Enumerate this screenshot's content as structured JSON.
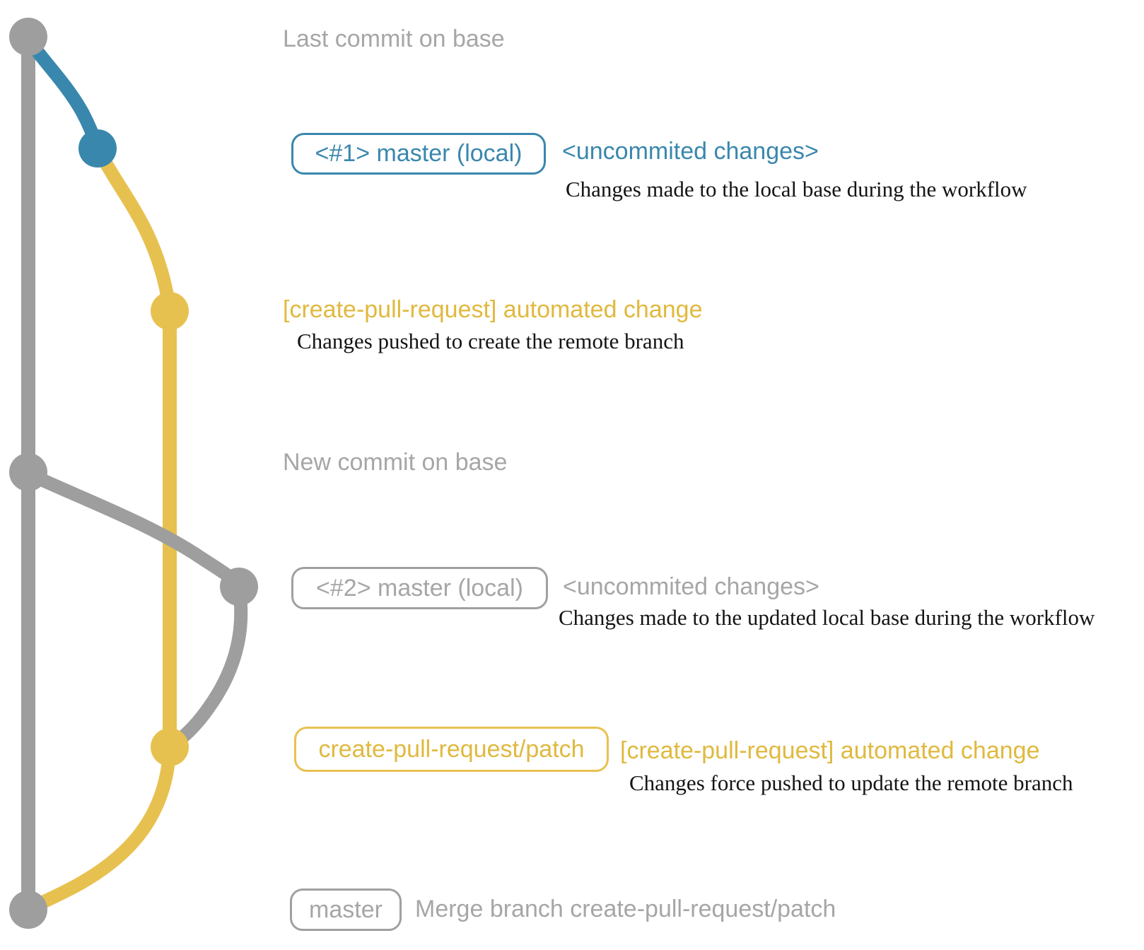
{
  "diagram_title": "create-pull-request workflow git graph",
  "colors": {
    "base_branch_gray": "#9e9e9e",
    "local_commit_blue": "#3a87ad",
    "patch_branch_yellow": "#e7c150",
    "gray_label_text": "#a6a6a6",
    "description_black": "#141414"
  },
  "rows": {
    "last_commit": {
      "label": "Last commit on base"
    },
    "commit1": {
      "badge": "<#1> master (local)",
      "note": "<uncommited changes>",
      "description": "Changes made to the local base during the workflow"
    },
    "patch1": {
      "note": "[create-pull-request] automated change",
      "description": "Changes pushed to create the remote branch"
    },
    "new_commit": {
      "label": "New commit on base"
    },
    "commit2": {
      "badge": "<#2> master (local)",
      "note": "<uncommited changes>",
      "description": "Changes made to the updated local base during the workflow"
    },
    "patch2": {
      "badge": "create-pull-request/patch",
      "note": "[create-pull-request] automated change",
      "description": "Changes force pushed to update the remote branch"
    },
    "merge": {
      "badge": "master",
      "note": "Merge branch create-pull-request/patch"
    }
  },
  "graph": {
    "branches": [
      {
        "name": "base (master)",
        "color": "#9e9e9e"
      },
      {
        "name": "master (local)",
        "color": "#3a87ad"
      },
      {
        "name": "create-pull-request/patch",
        "color": "#e7c150"
      }
    ],
    "commits": [
      {
        "id": "last-commit-on-base",
        "branch": "base"
      },
      {
        "id": "local-uncommitted-1",
        "branch": "master (local)"
      },
      {
        "id": "automated-change-1",
        "branch": "create-pull-request/patch"
      },
      {
        "id": "new-commit-on-base",
        "branch": "base"
      },
      {
        "id": "local-uncommitted-2",
        "branch": "master (local)"
      },
      {
        "id": "automated-change-2-force-push",
        "branch": "create-pull-request/patch"
      },
      {
        "id": "merge-patch-into-master",
        "branch": "base"
      }
    ]
  }
}
